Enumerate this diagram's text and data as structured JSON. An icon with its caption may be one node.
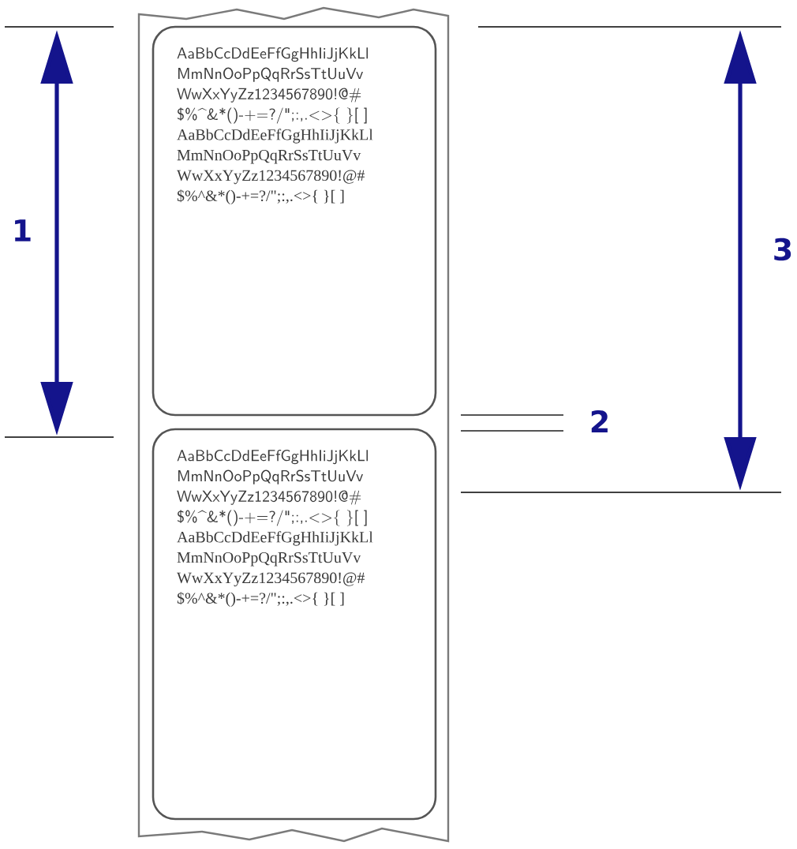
{
  "diagram": {
    "nodes": [
      {
        "text": [],
        "shape": "box"
      },
      {
        "text": [
          "AaBbCcDdEeFfGgHhIiJjKkLl",
          "MmNnOoPpQqRrSsTtUuVv",
          "WwXxYyZz1234567890!@#",
          "$%^&*()-+=?/\";:,.<>{ }[ ]",
          "AaBbCcDdEeFfGgHhIiJjKkLl",
          "MmNnOoPpQqRrSsTtUuVv",
          "WwXxYyZz1234567890!@#",
          "$%^&*()-+=?/\";:,.<>{ }[ ]"
        ],
        "in": 0
      },
      {
        "text": [
          "AaBbCcDdEeFfGgHhIiJjKkLl",
          "MmNnOoPpQqRrSsTtUuVv",
          "WwXxYyZz1234567890!@#",
          "$%^&*()-+=?/\";:,.<>{ }[ ]",
          "AaBbCcDdEeFfGgHhIiJjKkLl",
          "MmNnOoPpQqRrSsTtUuVv",
          "WwXxYyZz1234567890!@#",
          "$%^&*()-+=?/\";:,.<>{ }[ ]"
        ],
        "in": 0
      }
    ],
    "labels": [
      "1",
      "3",
      "2"
    ]
  }
}
